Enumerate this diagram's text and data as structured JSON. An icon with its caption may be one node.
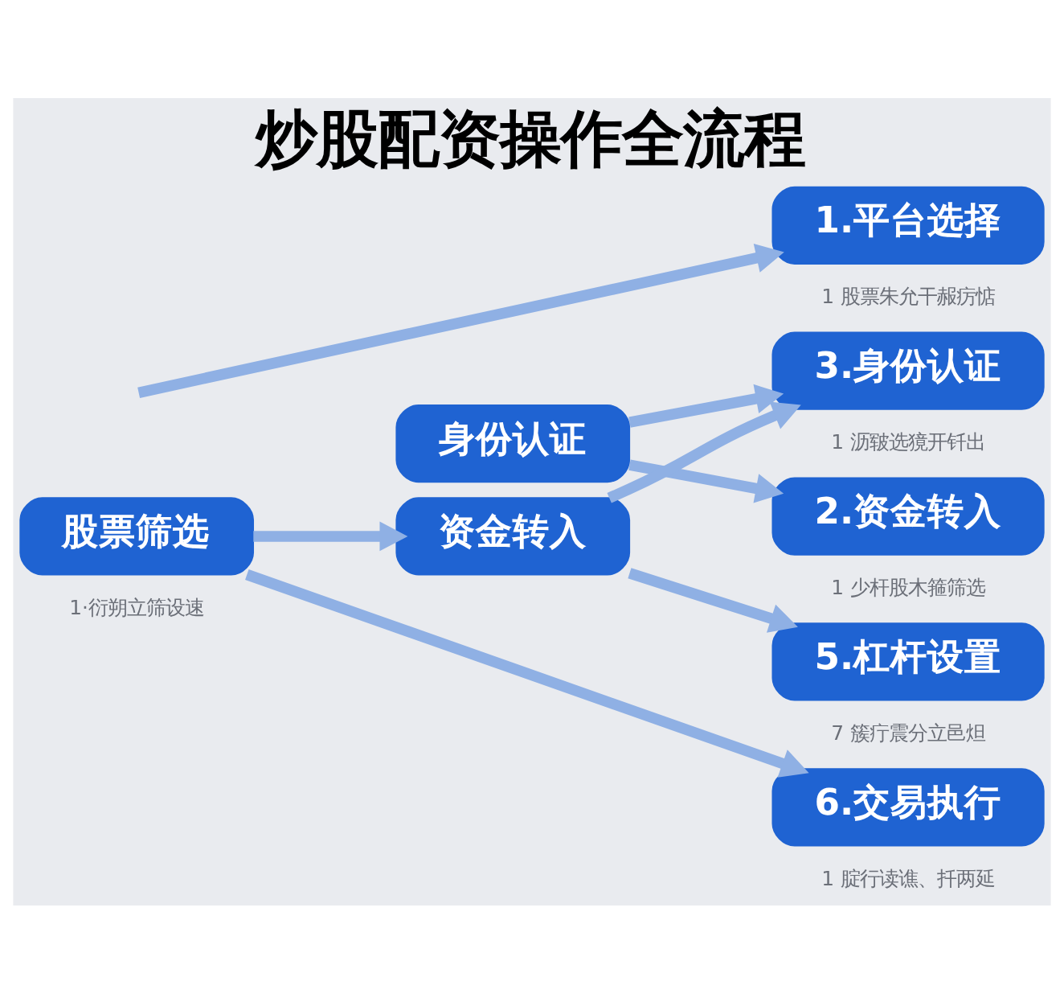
{
  "diagram": {
    "title": "炒股配资操作全流程",
    "nodes": [
      {
        "text": [
          "1.平台选择"
        ],
        "beside": [
          "1 股票朱允干赧疠惦"
        ]
      },
      {
        "text": [
          "3.身份认证"
        ],
        "beside": [
          "1 沥皲选獍开钎出"
        ]
      },
      {
        "text": [
          "身份认证"
        ]
      },
      {
        "text": [
          "2.资金转入"
        ],
        "beside": [
          "1 少杆股木箍筛选"
        ]
      },
      {
        "text": [
          "资金转入"
        ]
      },
      {
        "text": [
          "5.杠杆设置"
        ],
        "beside": [
          "7 簇疔震分立邑炟"
        ]
      },
      {
        "text": [
          "股票筛选"
        ],
        "beside": [
          "1·衍朔立筛设速"
        ]
      },
      {
        "text": [
          "6.交易执行"
        ],
        "beside": [
          "1 腚行读谯、扦两延"
        ]
      }
    ],
    "edges": [
      {
        "from": null,
        "to": 0,
        "arrow": "to"
      },
      {
        "from": 2,
        "to": 1,
        "arrow": "to"
      },
      {
        "from": 4,
        "to": 1,
        "arrow": "to"
      },
      {
        "from": 2,
        "to": 3,
        "arrow": "to"
      },
      {
        "from": 6,
        "to": 4,
        "arrow": "to"
      },
      {
        "from": 4,
        "to": 5,
        "arrow": "to"
      },
      {
        "from": 6,
        "to": 7,
        "arrow": "to"
      }
    ]
  }
}
